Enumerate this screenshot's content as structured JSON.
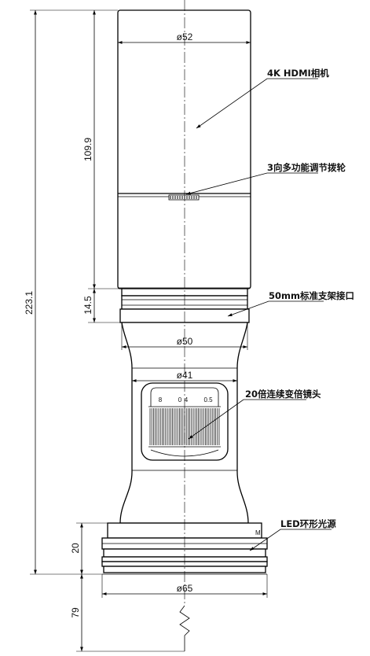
{
  "title": "",
  "colors": {
    "line": "#000000",
    "background": "#ffffff"
  },
  "callouts": {
    "camera": "4K  HDMI相机",
    "dial": "3向多功能调节拨轮",
    "mount": "50mm标准支架接口",
    "zoom_lens": "20倍连续变倍镜头",
    "led": "LED环形光源"
  },
  "dimensions": {
    "total_height": "223.1",
    "camera_height": "109.9",
    "mount_height": "14.5",
    "led_height": "20",
    "working_distance": "79",
    "camera_diameter": "ø52",
    "mount_diameter": "ø50",
    "lens_diameter": "ø41",
    "led_diameter": "ø65"
  },
  "zoom_scale": {
    "labels": [
      "8",
      "0",
      "4",
      "0.5"
    ]
  },
  "led_marking": "M"
}
